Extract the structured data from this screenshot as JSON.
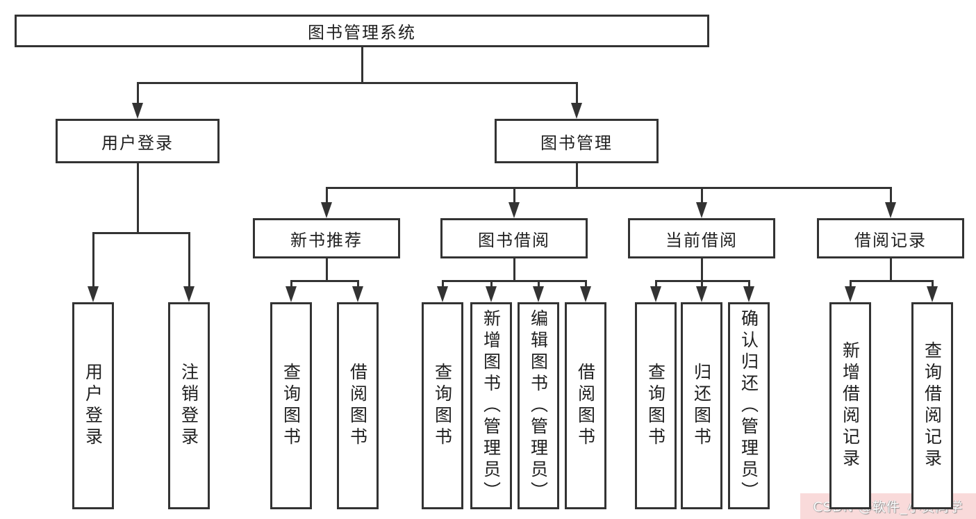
{
  "nodes": {
    "root": {
      "label": "图书管理系统"
    },
    "login": {
      "label": "用户登录"
    },
    "mgmt": {
      "label": "图书管理"
    },
    "login-user": {
      "label": "用户登录"
    },
    "login-logout": {
      "label": "注销登录"
    },
    "rec": {
      "label": "新书推荐"
    },
    "bor": {
      "label": "图书借阅"
    },
    "cur": {
      "label": "当前借阅"
    },
    "recs": {
      "label": "借阅记录"
    },
    "rec-query": {
      "label": "查询图书"
    },
    "rec-borrow": {
      "label": "借阅图书"
    },
    "bor-query": {
      "label": "查询图书"
    },
    "bor-add": {
      "label": "新增图书（管理员）"
    },
    "bor-edit": {
      "label": "编辑图书（管理员）"
    },
    "bor-borrow": {
      "label": "借阅图书"
    },
    "cur-query": {
      "label": "查询图书"
    },
    "cur-return": {
      "label": "归还图书"
    },
    "cur-confirm": {
      "label": "确认归还（管理员）"
    },
    "recs-add": {
      "label": "新增借阅记录"
    },
    "recs-query": {
      "label": "查询借阅记录"
    }
  },
  "watermark": {
    "text": "CSDN @软件_小贺同学"
  },
  "colors": {
    "line": "#333333",
    "watermark_bg": "#f9dada",
    "watermark_text": "#fbfbfb"
  }
}
